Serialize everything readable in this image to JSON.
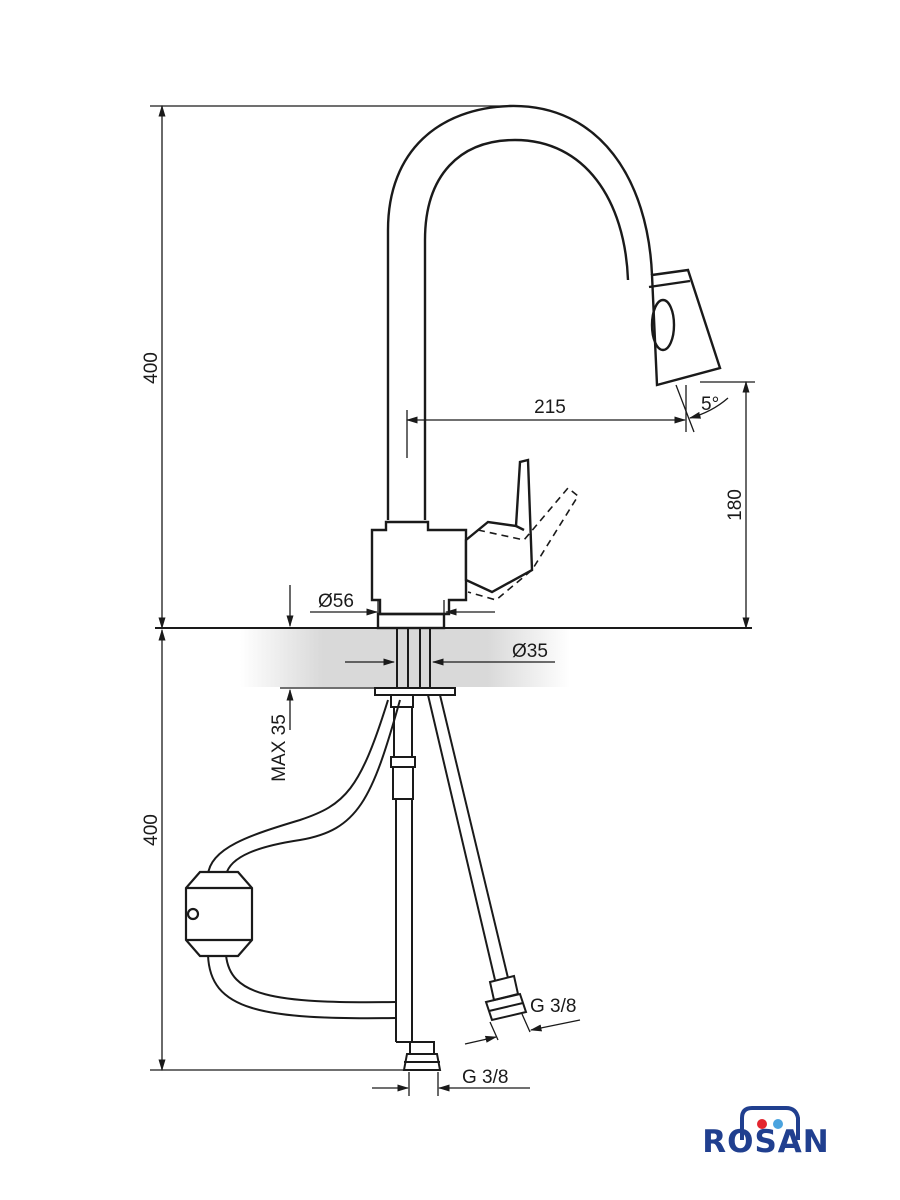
{
  "dimensions": {
    "height_top": "400",
    "spout_reach": "215",
    "spout_angle": "5°",
    "spout_height": "180",
    "base_diameter": "Ø56",
    "hole_diameter": "Ø35",
    "max_thickness": "MAX 35",
    "height_bottom": "400",
    "thread_right": "G 3/8",
    "thread_bottom": "G 3/8"
  },
  "logo": {
    "text": "ROSAN",
    "colors": {
      "text": "#203f8f",
      "red": "#e3262f",
      "blue": "#4aa3df"
    }
  },
  "colors": {
    "line": "#1a1a1a",
    "counter_shade": "#dddddd"
  }
}
